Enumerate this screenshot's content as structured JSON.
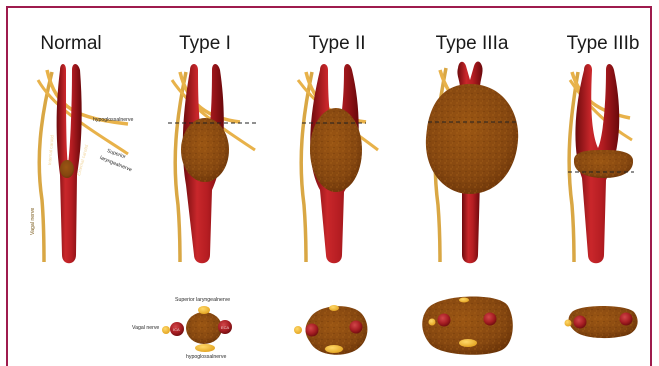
{
  "columns": [
    {
      "title": "Normal"
    },
    {
      "title": "Type I"
    },
    {
      "title": "Type II"
    },
    {
      "title": "Type IIIa"
    },
    {
      "title": "Type IIIb"
    }
  ],
  "labels": {
    "hypoglossal": "hypoglossalnerve",
    "superior_a": "Superior",
    "superior_b": "laryngealnerve",
    "vagal": "Vagal nerve",
    "ica": "Internal carotid",
    "eca": "External carotid",
    "cross_superior": "Superior laryngealnerve",
    "cross_vagal": "Vagal nerve",
    "cross_hypoglossal": "hypoglossalnerve",
    "cross_ica": "ICA",
    "cross_eca": "ECA"
  },
  "colors": {
    "artery_dark": "#7d0d10",
    "artery_light": "#c4262a",
    "tumor": "#8a4a0e",
    "nerve": "#e8b24a",
    "frame": "#9e1b4d"
  }
}
